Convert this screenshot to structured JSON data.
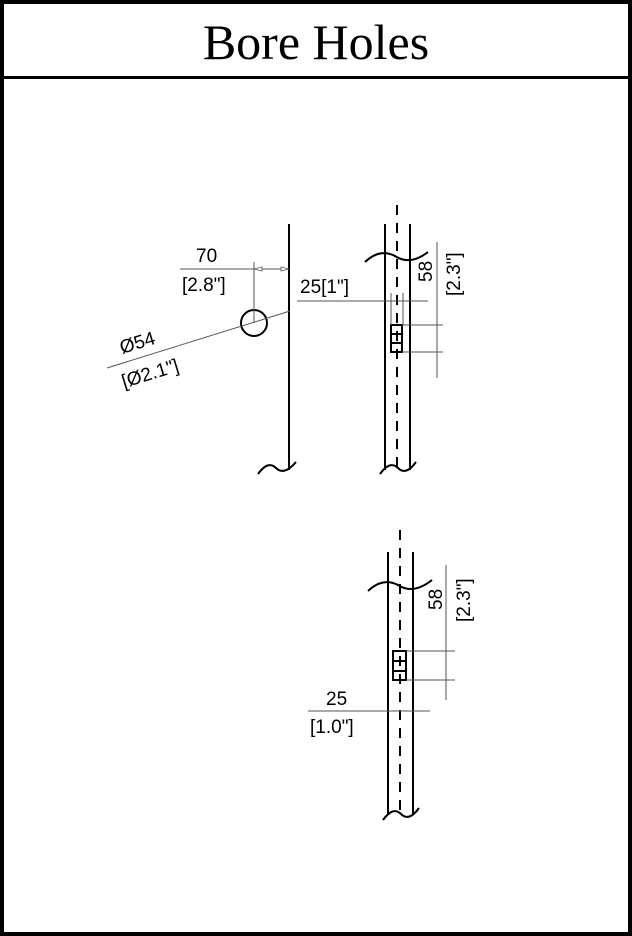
{
  "title": "Bore Holes",
  "top_view": {
    "backset": {
      "mm": "70",
      "in": "[2.8\"]"
    },
    "diameter": {
      "mm": "Ø54",
      "in": "[Ø2.1\"]"
    }
  },
  "side_view_upper": {
    "edge_bore": "25[1\"]",
    "height": {
      "mm": "58",
      "in": "[2.3\"]"
    }
  },
  "side_view_lower": {
    "edge_bore": {
      "mm": "25",
      "in": "[1.0\"]"
    },
    "height": {
      "mm": "58",
      "in": "[2.3\"]"
    }
  }
}
